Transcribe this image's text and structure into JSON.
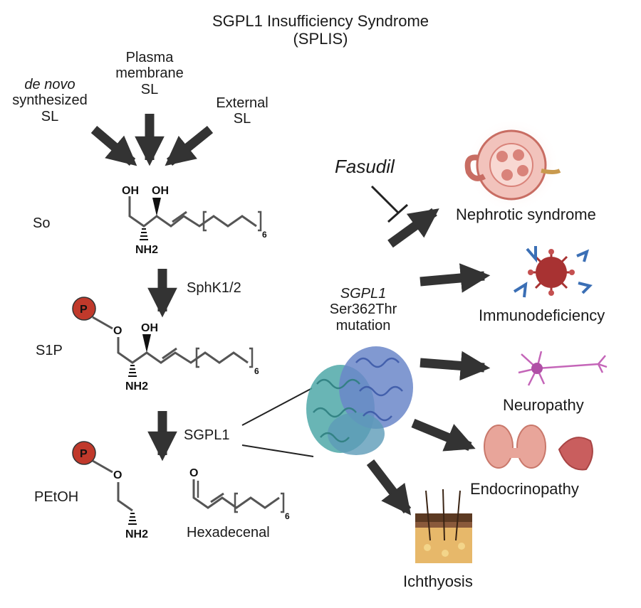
{
  "title": {
    "line1": "SGPL1 Insufficiency Syndrome",
    "line2": "(SPLIS)"
  },
  "sources": {
    "de_novo": {
      "italic": "de novo",
      "rest1": "synthesized",
      "rest2": "SL"
    },
    "plasma": {
      "line1": "Plasma",
      "line2": "membrane",
      "line3": "SL"
    },
    "external": {
      "line1": "External",
      "line2": "SL"
    }
  },
  "metabolites": {
    "so": "So",
    "s1p": "S1P",
    "petoh": "PEtOH",
    "hexadecenal": "Hexadecenal"
  },
  "enzymes": {
    "sphk": "SphK1/2",
    "sgpl1": "SGPL1"
  },
  "molecule_labels": {
    "oh": "OH",
    "nh2": "NH2",
    "phosphate": "P",
    "oxygen": "O",
    "repeat": "6"
  },
  "drug": "Fasudil",
  "mutation": {
    "gene": "SGPL1",
    "line2": "Ser362Thr",
    "line3": "mutation"
  },
  "phenotypes": {
    "nephrotic": "Nephrotic syndrome",
    "immuno": "Immunodeficiency",
    "neuropathy": "Neuropathy",
    "endocrinopathy": "Endocrinopathy",
    "ichthyosis": "Ichthyosis"
  },
  "colors": {
    "arrow": "#333333",
    "phosphate": "#c0392b",
    "protein_teal": "#4fa8a8",
    "protein_blue": "#6b87c9",
    "virus": "#a83232",
    "antibody": "#3b6fb5",
    "neuron": "#c465b8",
    "thyroid": "#e8a59a",
    "kidney": "#d9837a",
    "skin": "#8a5a3b"
  }
}
